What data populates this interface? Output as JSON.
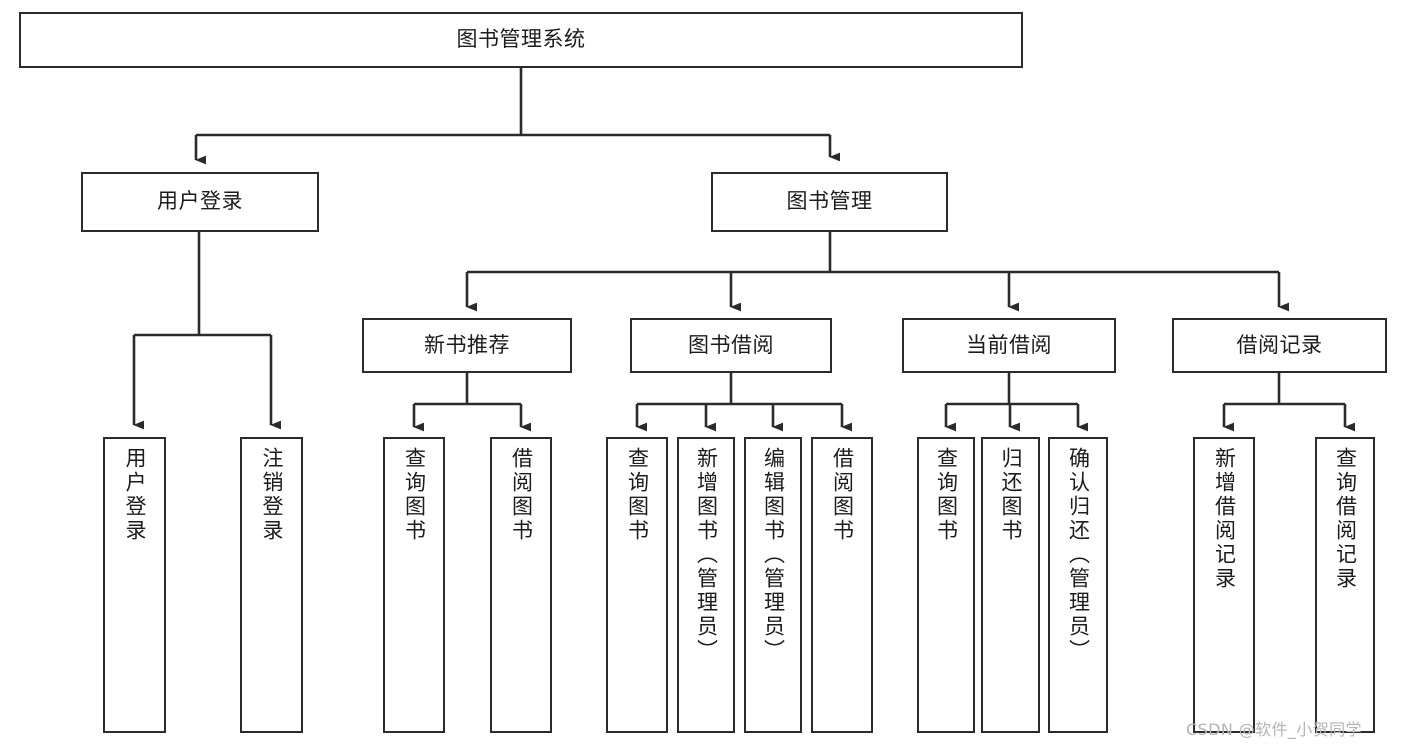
{
  "diagram": {
    "title": "图书管理系统",
    "type": "tree-hierarchy",
    "levels": 4,
    "colors": {
      "stroke": "#2b2b2b",
      "fill": "#ffffff",
      "text": "#1c1c1c",
      "watermark": "#b4b4b4"
    },
    "nodes": {
      "root": {
        "label": "图书管理系统",
        "orientation": "horizontal"
      },
      "level2": [
        {
          "id": "user-login",
          "label": "用户登录",
          "orientation": "horizontal"
        },
        {
          "id": "book-management",
          "label": "图书管理",
          "orientation": "horizontal"
        }
      ],
      "level3": [
        {
          "id": "new-book-recommend",
          "label": "新书推荐",
          "orientation": "horizontal",
          "parent": "book-management"
        },
        {
          "id": "book-borrow",
          "label": "图书借阅",
          "orientation": "horizontal",
          "parent": "book-management"
        },
        {
          "id": "current-borrow",
          "label": "当前借阅",
          "orientation": "horizontal",
          "parent": "book-management"
        },
        {
          "id": "borrow-record",
          "label": "借阅记录",
          "orientation": "horizontal",
          "parent": "book-management"
        }
      ],
      "leaves": [
        {
          "id": "leaf-user-login",
          "label": "用户登录",
          "orientation": "vertical",
          "parent": "user-login"
        },
        {
          "id": "leaf-logout-login",
          "label": "注销登录",
          "orientation": "vertical",
          "parent": "user-login"
        },
        {
          "id": "leaf-query-book-1",
          "label": "查询图书",
          "orientation": "vertical",
          "parent": "new-book-recommend"
        },
        {
          "id": "leaf-borrow-book-1",
          "label": "借阅图书",
          "orientation": "vertical",
          "parent": "new-book-recommend"
        },
        {
          "id": "leaf-query-book-2",
          "label": "查询图书",
          "orientation": "vertical",
          "parent": "book-borrow"
        },
        {
          "id": "leaf-add-book",
          "label": "新增图书（管理员）",
          "orientation": "vertical",
          "parent": "book-borrow"
        },
        {
          "id": "leaf-edit-book",
          "label": "编辑图书（管理员）",
          "orientation": "vertical",
          "parent": "book-borrow"
        },
        {
          "id": "leaf-borrow-book-2",
          "label": "借阅图书",
          "orientation": "vertical",
          "parent": "book-borrow"
        },
        {
          "id": "leaf-query-book-3",
          "label": "查询图书",
          "orientation": "vertical",
          "parent": "current-borrow"
        },
        {
          "id": "leaf-return-book",
          "label": "归还图书",
          "orientation": "vertical",
          "parent": "current-borrow"
        },
        {
          "id": "leaf-confirm-return",
          "label": "确认归还（管理员）",
          "orientation": "vertical",
          "parent": "current-borrow"
        },
        {
          "id": "leaf-add-record",
          "label": "新增借阅记录",
          "orientation": "vertical",
          "parent": "borrow-record"
        },
        {
          "id": "leaf-query-record",
          "label": "查询借阅记录",
          "orientation": "vertical",
          "parent": "borrow-record"
        }
      ]
    },
    "watermark": "CSDN @软件_小贺同学"
  }
}
